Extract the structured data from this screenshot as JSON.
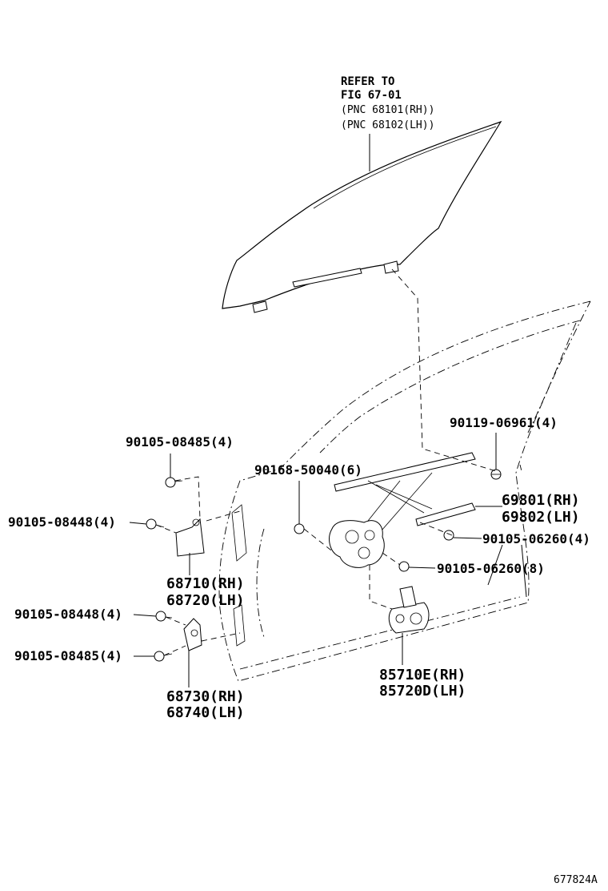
{
  "refer": {
    "line1": "REFER TO",
    "line2": "FIG 67-01",
    "line3": "(PNC 68101(RH))",
    "line4": "(PNC 68102(LH))"
  },
  "labels": {
    "p90119_06961": "90119-06961(4)",
    "p90105_08485_top": "90105-08485(4)",
    "p90168_50040": "90168-50040(6)",
    "p90105_08448_top": "90105-08448(4)",
    "p69801": "69801(RH)",
    "p69802": "69802(LH)",
    "p90105_06260_4": "90105-06260(4)",
    "p90105_06260_8": "90105-06260(8)",
    "p68710": "68710(RH)",
    "p68720": "68720(LH)",
    "p90105_08448_bot": "90105-08448(4)",
    "p90105_08485_bot": "90105-08485(4)",
    "p85710E": "85710E(RH)",
    "p85720D": "85720D(LH)",
    "p68730": "68730(RH)",
    "p68740": "68740(LH)"
  },
  "figure_id": "677824A"
}
